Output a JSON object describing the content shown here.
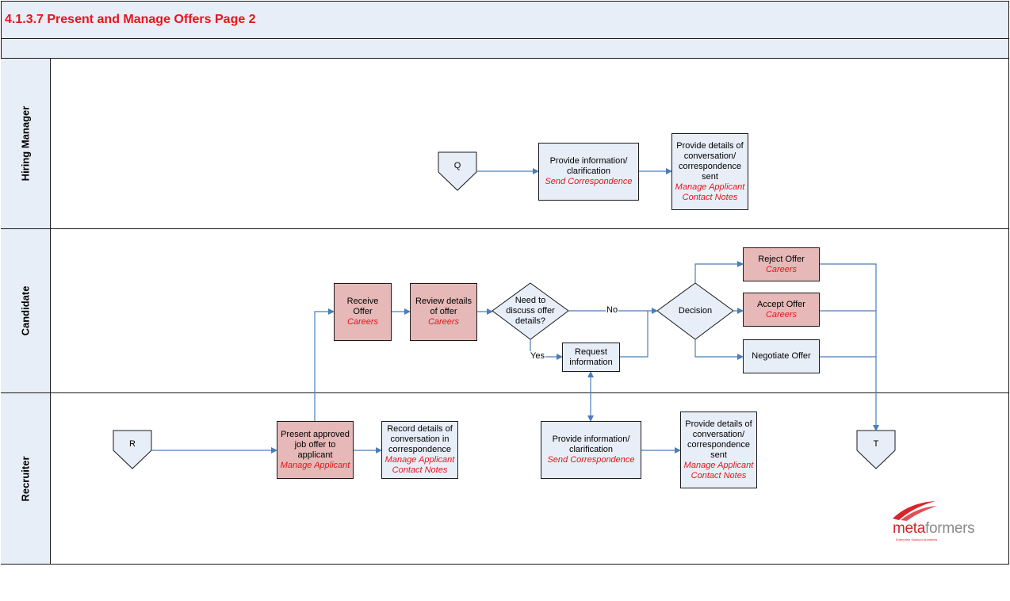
{
  "title": "4.1.3.7 Present and Manage Offers Page 2",
  "lanes": [
    "Hiring Manager",
    "Candidate",
    "Recruiter"
  ],
  "connectors": {
    "q": "Q",
    "r": "R",
    "t": "T"
  },
  "nodes": {
    "hm_provide_info": {
      "text": "Provide information/\nclarification",
      "system": "Send Correspondence"
    },
    "hm_provide_details": {
      "text": "Provide details of\nconversation/\ncorrespondence\nsent",
      "system": "Manage Applicant\nContact Notes"
    },
    "receive_offer": {
      "text": "Receive Offer",
      "system": "Careers"
    },
    "review_details": {
      "text": "Review details\nof offer",
      "system": "Careers"
    },
    "need_discuss": {
      "text": "Need to\ndiscuss offer\ndetails?"
    },
    "request_info": {
      "text": "Request\ninformation"
    },
    "decision": {
      "text": "Decision"
    },
    "reject_offer": {
      "text": "Reject Offer",
      "system": "Careers"
    },
    "accept_offer": {
      "text": "Accept Offer",
      "system": "Careers"
    },
    "negotiate_offer": {
      "text": "Negotiate Offer"
    },
    "present_offer": {
      "text": "Present approved\njob offer to\napplicant",
      "system": "Manage Applicant"
    },
    "record_details": {
      "text": "Record details of\nconversation in\ncorrespondence",
      "system": "Manage Applicant\nContact Notes"
    },
    "rec_provide_info": {
      "text": "Provide information/\nclarification",
      "system": "Send Correspondence"
    },
    "rec_provide_details": {
      "text": "Provide details of\nconversation/\ncorrespondence\nsent",
      "system": "Manage Applicant\nContact Notes"
    }
  },
  "flow_labels": {
    "no": "No",
    "yes": "Yes"
  },
  "logo": {
    "name_a": "meta",
    "name_b": "formers",
    "tagline": "Enterprise Solution Architects"
  },
  "colors": {
    "title": "#e8141c",
    "header_fill": "#e8eef8",
    "task_fill": "#e8eef8",
    "highlight_fill": "#e6b8b8",
    "system_text": "#e8141c",
    "arrow": "#4a7ebb"
  }
}
